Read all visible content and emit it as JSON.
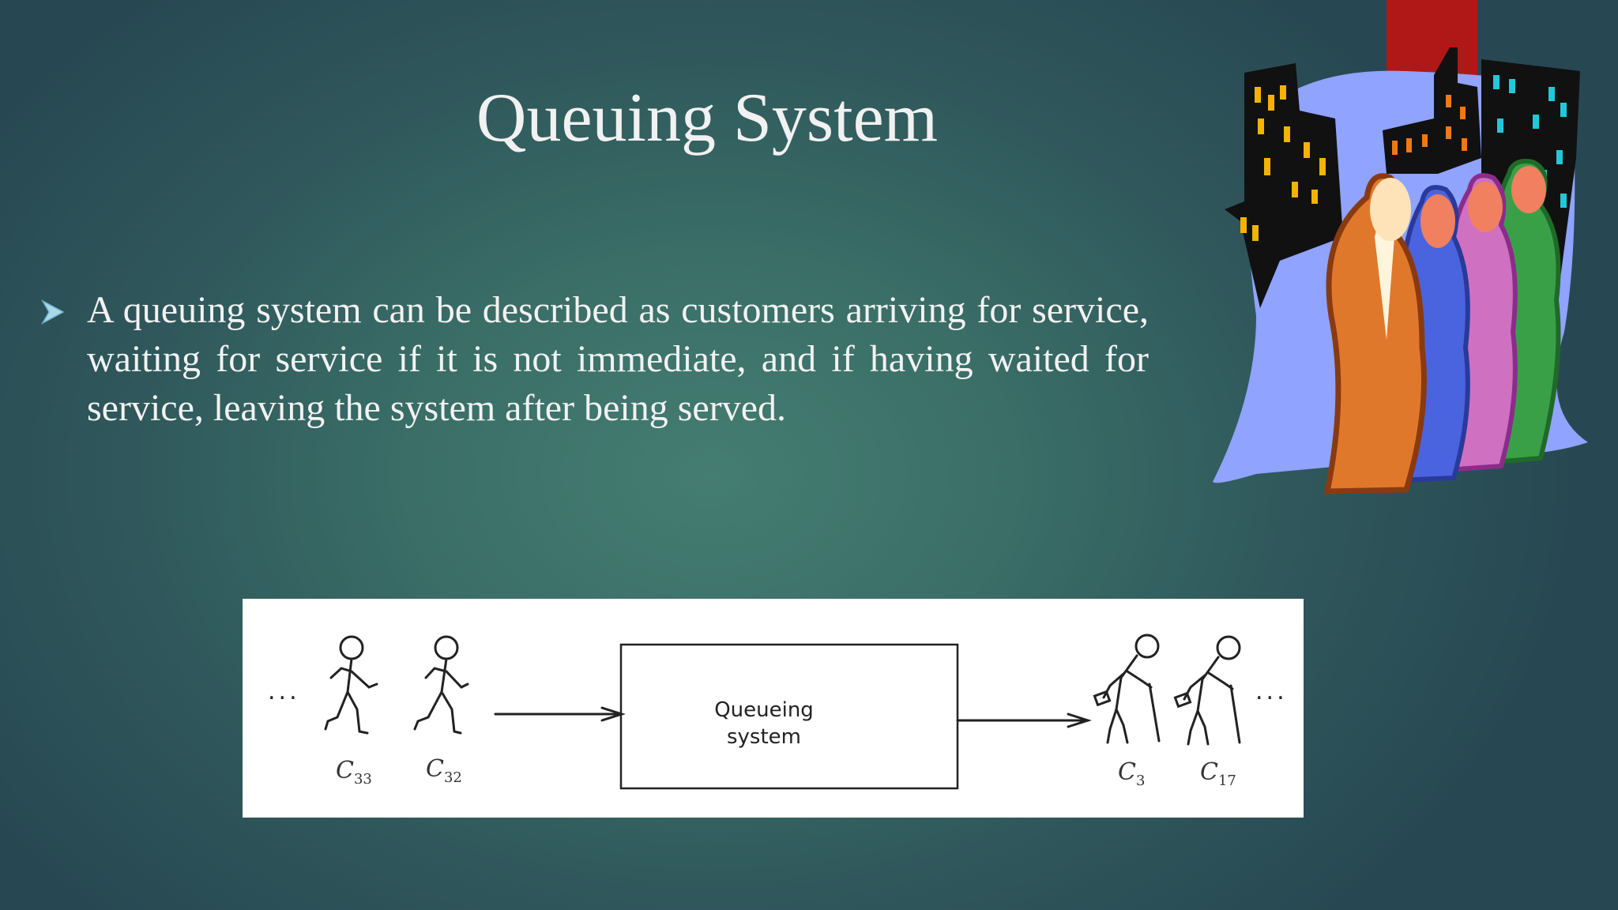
{
  "slide": {
    "title": "Queuing System",
    "bullet": "A queuing system can be described as customers arriving for service, waiting for service if it is not immediate, and if having waited for service, leaving the system after being served."
  },
  "diagram": {
    "box_line1": "Queueing",
    "box_line2": "system",
    "ellipsis": "...",
    "arriving_customers": [
      {
        "letter": "C",
        "sub": "33"
      },
      {
        "letter": "C",
        "sub": "32"
      }
    ],
    "departing_customers": [
      {
        "letter": "C",
        "sub": "3"
      },
      {
        "letter": "C",
        "sub": "17"
      }
    ]
  },
  "colors": {
    "background": "#3a6e67",
    "title_text": "#f1f1f1",
    "bullet_arrow": "#9fd3e6"
  },
  "icons": {
    "bullet": "arrowhead-bullet-icon",
    "clipart": "city-people-clipart"
  }
}
